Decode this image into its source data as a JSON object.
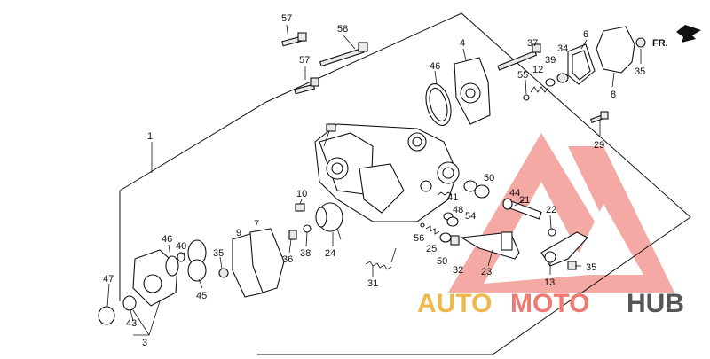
{
  "front_indicator": "FR.",
  "watermark": {
    "brand_part1": "AUTO",
    "brand_part2": "MOTO",
    "brand_part3": "HUB",
    "colors": {
      "auto": "#f0b84a",
      "moto": "#ee7a72",
      "hub": "#555555",
      "logo": "#f29a94"
    }
  },
  "callouts": [
    {
      "id": "c1",
      "label": "1"
    },
    {
      "id": "c3",
      "label": "3"
    },
    {
      "id": "c4",
      "label": "4"
    },
    {
      "id": "c6",
      "label": "6"
    },
    {
      "id": "c7",
      "label": "7"
    },
    {
      "id": "c8",
      "label": "8"
    },
    {
      "id": "c9",
      "label": "9"
    },
    {
      "id": "c10",
      "label": "10"
    },
    {
      "id": "c12",
      "label": "12"
    },
    {
      "id": "c13",
      "label": "13"
    },
    {
      "id": "c21",
      "label": "21"
    },
    {
      "id": "c22",
      "label": "22"
    },
    {
      "id": "c23",
      "label": "23"
    },
    {
      "id": "c24",
      "label": "24"
    },
    {
      "id": "c25",
      "label": "25"
    },
    {
      "id": "c29",
      "label": "29"
    },
    {
      "id": "c31",
      "label": "31"
    },
    {
      "id": "c32",
      "label": "32"
    },
    {
      "id": "c34",
      "label": "34"
    },
    {
      "id": "c35a",
      "label": "35"
    },
    {
      "id": "c35b",
      "label": "35"
    },
    {
      "id": "c35c",
      "label": "35"
    },
    {
      "id": "c36",
      "label": "36"
    },
    {
      "id": "c37",
      "label": "37"
    },
    {
      "id": "c38",
      "label": "38"
    },
    {
      "id": "c39",
      "label": "39"
    },
    {
      "id": "c40",
      "label": "40"
    },
    {
      "id": "c41",
      "label": "41"
    },
    {
      "id": "c43",
      "label": "43"
    },
    {
      "id": "c44",
      "label": "44"
    },
    {
      "id": "c45",
      "label": "45"
    },
    {
      "id": "c46a",
      "label": "46"
    },
    {
      "id": "c46b",
      "label": "46"
    },
    {
      "id": "c47",
      "label": "47"
    },
    {
      "id": "c48",
      "label": "48"
    },
    {
      "id": "c50a",
      "label": "50"
    },
    {
      "id": "c50b",
      "label": "50"
    },
    {
      "id": "c54",
      "label": "54"
    },
    {
      "id": "c55",
      "label": "55"
    },
    {
      "id": "c56",
      "label": "56"
    },
    {
      "id": "c57a",
      "label": "57"
    },
    {
      "id": "c57b",
      "label": "57"
    },
    {
      "id": "c58",
      "label": "58"
    }
  ]
}
